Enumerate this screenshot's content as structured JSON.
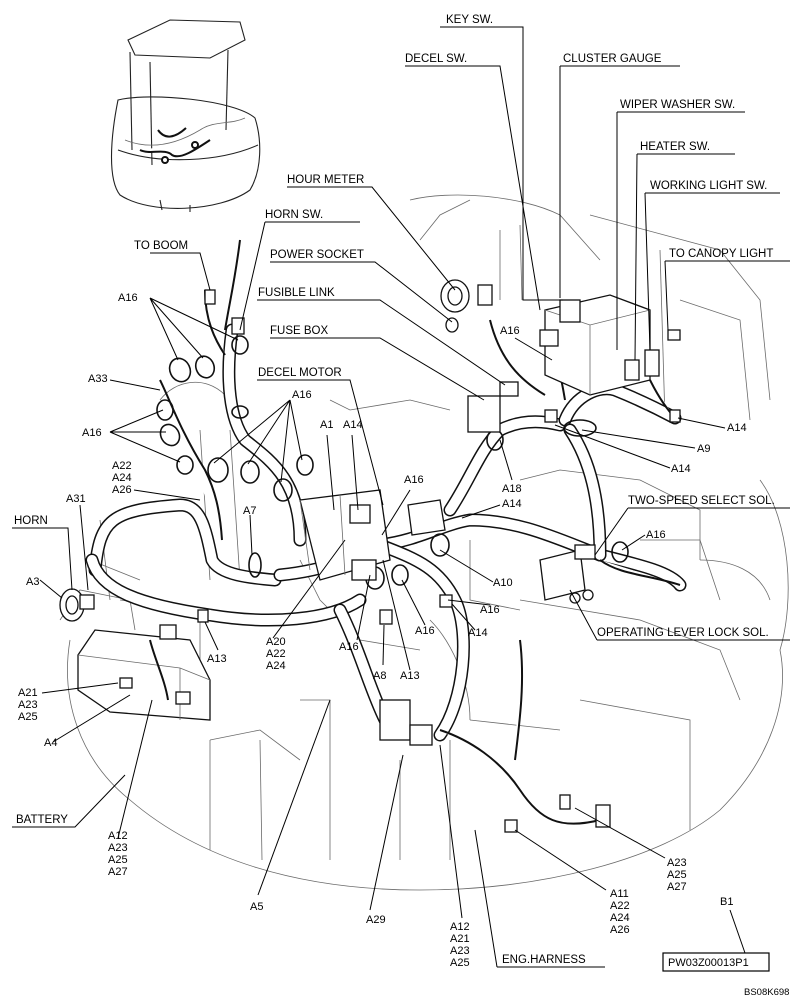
{
  "labels": {
    "key_sw": "KEY SW.",
    "decel_sw": "DECEL SW.",
    "cluster_gauge": "CLUSTER GAUGE",
    "wiper_washer_sw": "WIPER WASHER SW.",
    "heater_sw": "HEATER SW.",
    "working_light_sw": "WORKING LIGHT SW.",
    "to_canopy_light": "TO CANOPY LIGHT",
    "hour_meter": "HOUR METER",
    "horn_sw": "HORN SW.",
    "power_socket": "POWER SOCKET",
    "to_boom": "TO BOOM",
    "fusible_link": "FUSIBLE LINK",
    "fuse_box": "FUSE BOX",
    "decel_motor": "DECEL MOTOR",
    "horn": "HORN",
    "battery": "BATTERY",
    "two_speed_select_sol": "TWO-SPEED SELECT SOL.",
    "operating_lever_lock_sol": "OPERATING LEVER LOCK SOL.",
    "eng_harness": "ENG.HARNESS"
  },
  "refs": {
    "a16_topleft": "A16",
    "a33": "A33",
    "a16_left": "A16",
    "a22_a24_a26": [
      "A22",
      "A24",
      "A26"
    ],
    "a16_mid": "A16",
    "a1": "A1",
    "a14_top": "A14",
    "a31": "A31",
    "a3": "A3",
    "a7": "A7",
    "a16_center": "A16",
    "a14_center": "A14",
    "a18": "A18",
    "a16_top_right": "A16",
    "a14_right": "A14",
    "a9": "A9",
    "a14_far_right": "A14",
    "a16_far_right": "A16",
    "a10": "A10",
    "a16_lower_right": "A16",
    "a16_lower_mid": "A16",
    "a14_lower": "A14",
    "a20_a22_a24": [
      "A20",
      "A22",
      "A24"
    ],
    "a16_lower_left": "A16",
    "a8": "A8",
    "a13_center": "A13",
    "a13_left": "A13",
    "a21_a23_a25": [
      "A21",
      "A23",
      "A25"
    ],
    "a4": "A4",
    "a12_a23_a25_a27": [
      "A12",
      "A23",
      "A25",
      "A27"
    ],
    "a5": "A5",
    "a29": "A29",
    "a12_a21_a23_a25": [
      "A12",
      "A21",
      "A23",
      "A25"
    ],
    "a11_a22_a24_a26": [
      "A11",
      "A22",
      "A24",
      "A26"
    ],
    "a23_a25_a27": [
      "A23",
      "A25",
      "A27"
    ],
    "b1": "B1"
  },
  "part_number": "PW03Z00013P1",
  "drawing_code": "BS08K698"
}
